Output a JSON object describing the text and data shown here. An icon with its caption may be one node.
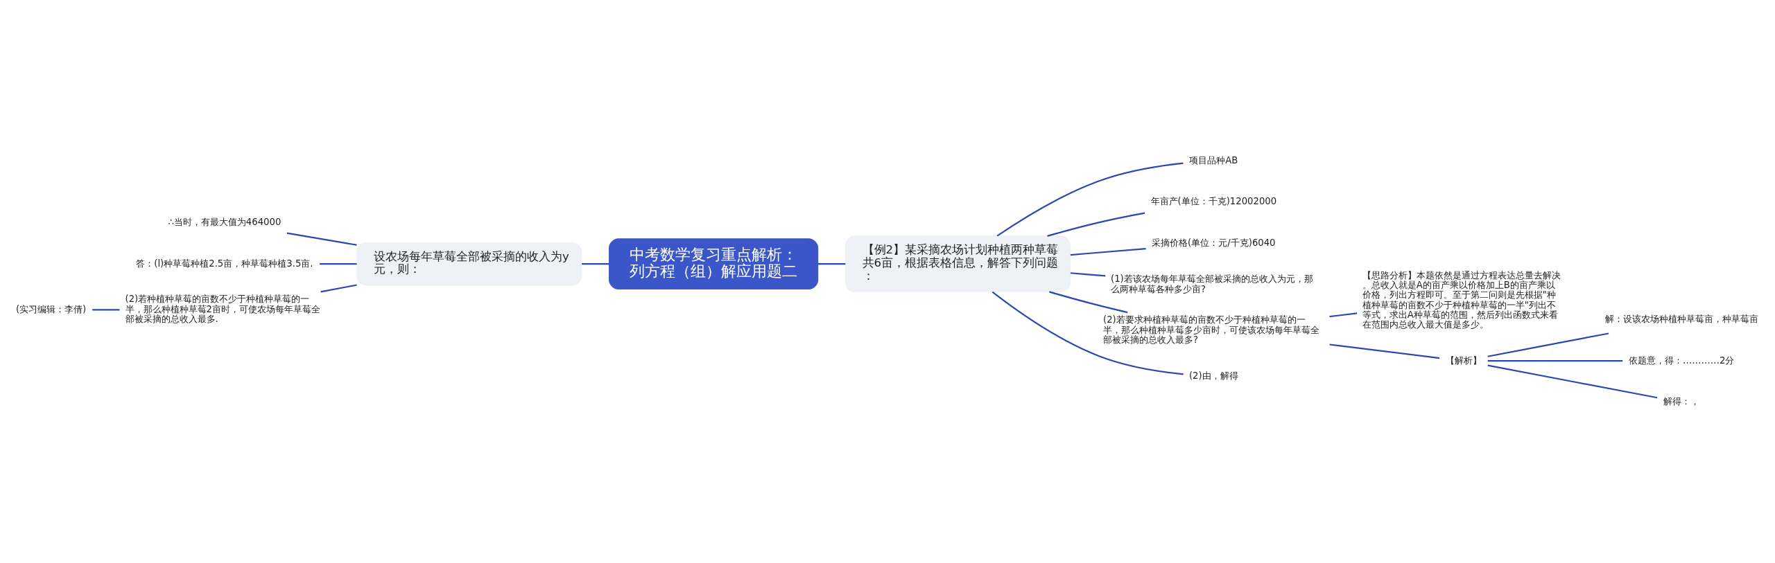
{
  "diagram": {
    "nodes": [
      {
        "text": [
          "中考数学复习重点解析：列方程（组）解应用题二"
        ]
      },
      {
        "text": [
          "【例2】某采摘农场计划种植两种草莓共6亩，根据表格信息，解答下列问题："
        ]
      },
      {
        "text": [
          "项目品种AB"
        ]
      },
      {
        "text": [
          "年亩产(单位：千克)12002000"
        ]
      },
      {
        "text": [
          "采摘价格(单位：元/千克)6040"
        ]
      },
      {
        "text": [
          "(1)若该农场每年草莓全部被采摘的总收入为元，那么两种草莓各种多少亩?"
        ]
      },
      {
        "text": [
          "(2)若要求种植种草莓的亩数不少于种植种草莓的一半，那么种植种草莓多少亩时，可使该农场每年草莓全部被采摘的总收入最多?"
        ]
      },
      {
        "text": [
          "【思路分析】本题依然是通过方程表达总量去解决。总收入就是A的亩产乘以价格加上B的亩产乘以价格，列出方程即可。至于第二问则是先根据\"种植种草莓的亩数不少于种植种草莓的一半\"列出不等式，求出A种草莓的范围，然后列出函数式来看在范围内总收入最大值是多少。"
        ]
      },
      {
        "text": [
          "【解析】"
        ]
      },
      {
        "text": [
          "解：设该农场种植种草莓亩，种草莓亩"
        ]
      },
      {
        "text": [
          "依题意，得：…………2分"
        ]
      },
      {
        "text": [
          "解得：，"
        ]
      },
      {
        "text": [
          "(2)由，解得"
        ]
      },
      {
        "text": [
          "设农场每年草莓全部被采摘的收入为y元，则："
        ]
      },
      {
        "text": [
          "∴当时，有最大值为464000"
        ]
      },
      {
        "text": [
          "答：(l)种草莓种植2.5亩，种草莓种植3.5亩."
        ]
      },
      {
        "text": [
          "(2)若种植种草莓的亩数不少于种植种草莓的一半，那么种植种草莓2亩时，可使农场每年草莓全部被采摘的总收入最多."
        ]
      },
      {
        "text": [
          "(实习编辑：李倩)"
        ]
      }
    ],
    "edges": [
      {
        "from": 0,
        "to": 1,
        "arrow": "none"
      },
      {
        "from": 1,
        "to": 2,
        "arrow": "none"
      },
      {
        "from": 1,
        "to": 3,
        "arrow": "none"
      },
      {
        "from": 1,
        "to": 4,
        "arrow": "none"
      },
      {
        "from": 1,
        "to": 5,
        "arrow": "none"
      },
      {
        "from": 1,
        "to": 6,
        "arrow": "none"
      },
      {
        "from": 6,
        "to": 7,
        "arrow": "none"
      },
      {
        "from": 6,
        "to": 8,
        "arrow": "none"
      },
      {
        "from": 8,
        "to": 9,
        "arrow": "none"
      },
      {
        "from": 8,
        "to": 10,
        "arrow": "none"
      },
      {
        "from": 8,
        "to": 11,
        "arrow": "none"
      },
      {
        "from": 1,
        "to": 12,
        "arrow": "none"
      },
      {
        "from": 13,
        "to": 0,
        "arrow": "none"
      },
      {
        "from": 14,
        "to": 13,
        "arrow": "none"
      },
      {
        "from": 15,
        "to": 13,
        "arrow": "none"
      },
      {
        "from": 16,
        "to": 13,
        "arrow": "none"
      },
      {
        "from": 17,
        "to": 16,
        "arrow": "none"
      }
    ]
  }
}
